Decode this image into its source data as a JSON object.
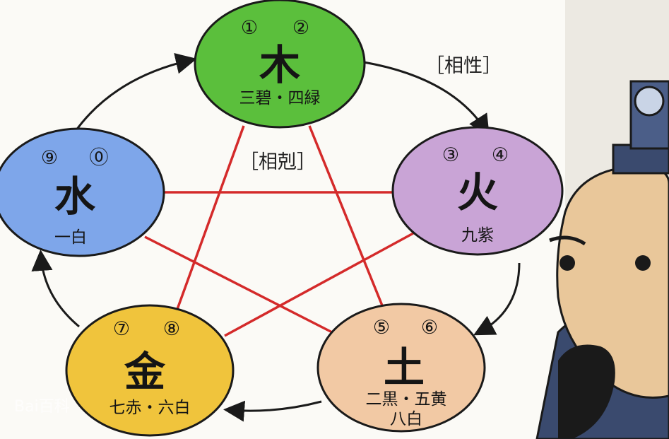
{
  "relations": {
    "generating": "［相性］",
    "overcoming": "［相剋］"
  },
  "elements": {
    "wood": {
      "char": "木",
      "numbers": [
        "①",
        "②"
      ],
      "label": "三碧・四緑",
      "color": "#5bbf3c"
    },
    "fire": {
      "char": "火",
      "numbers": [
        "③",
        "④"
      ],
      "label": "九紫",
      "color": "#c9a4d6"
    },
    "earth": {
      "char": "土",
      "numbers": [
        "⑤",
        "⑥"
      ],
      "label": "二黒・五黄",
      "label2": "八白",
      "color": "#f2c9a4"
    },
    "metal": {
      "char": "金",
      "numbers": [
        "⑦",
        "⑧"
      ],
      "label": "七赤・六白",
      "color": "#f0c43c"
    },
    "water": {
      "char": "水",
      "numbers": [
        "⑨",
        "⓪"
      ],
      "label": "一白",
      "color": "#7ea6ea"
    }
  },
  "watermark": "Bai百科",
  "colors": {
    "star_line": "#d42a2a",
    "cycle_arrow": "#1a1a1a"
  }
}
